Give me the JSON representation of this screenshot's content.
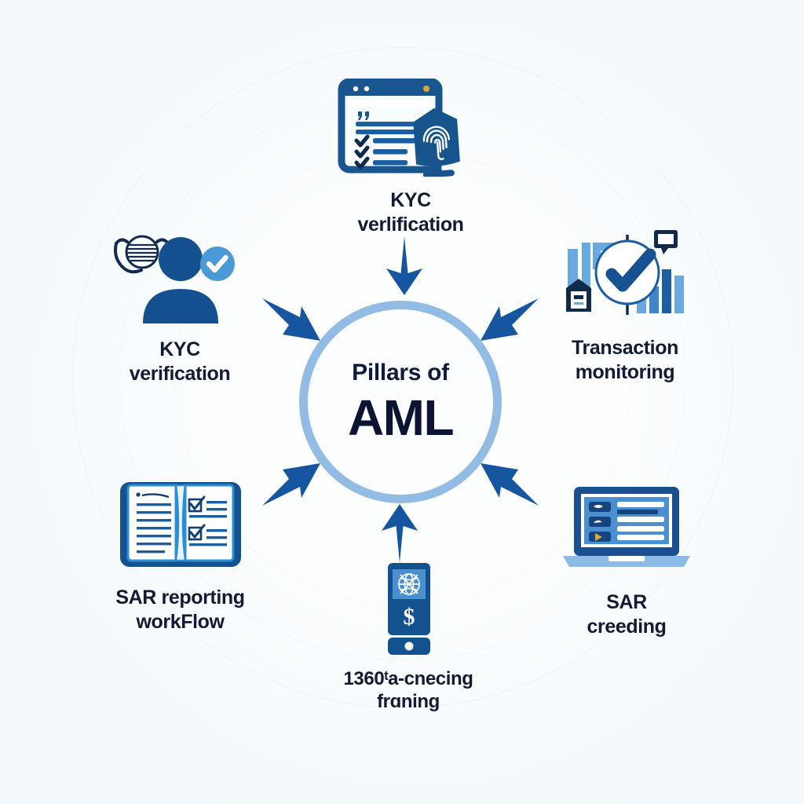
{
  "title": "Pillars of AML",
  "center": {
    "line1": "Pillars of",
    "line2": "AML"
  },
  "colors": {
    "background": "#f5fafc",
    "ring": "#93bce5",
    "arrow": "#16559f",
    "dark_blue": "#14508f",
    "mid_blue": "#4a9ad8",
    "light_blue": "#6aa8e0",
    "text": "#131a33",
    "center_text": "#0d1333"
  },
  "nodes": [
    {
      "id": "top",
      "label": "KYC verlification",
      "icon": "browser-window-fingerprint-icon",
      "position": "top"
    },
    {
      "id": "left",
      "label": "KYC\nverification",
      "icon": "person-verified-icon",
      "position": "left"
    },
    {
      "id": "right",
      "label": "Transaction\nmonitoring",
      "icon": "bar-chart-magnifier-check-icon",
      "position": "right"
    },
    {
      "id": "bottom-left",
      "label": "SAR reporting\nworkFlow",
      "icon": "open-book-checklist-icon",
      "position": "bottom-left"
    },
    {
      "id": "bottom-right",
      "label": "SAR\ncreeding",
      "icon": "laptop-list-icon",
      "position": "bottom-right"
    },
    {
      "id": "bottom",
      "label": "1360ᵗa-cnecing\nfrɑning",
      "icon": "mobile-globe-dollar-icon",
      "position": "bottom"
    }
  ],
  "arrows": [
    {
      "id": "arrow-top",
      "direction": "down",
      "points_to": "center"
    },
    {
      "id": "arrow-upper-left",
      "direction": "down-right",
      "points_to": "center"
    },
    {
      "id": "arrow-upper-right",
      "direction": "down-left",
      "points_to": "center"
    },
    {
      "id": "arrow-lower-left",
      "direction": "up-right",
      "points_to": "center"
    },
    {
      "id": "arrow-lower-right",
      "direction": "up-left",
      "points_to": "center"
    },
    {
      "id": "arrow-bottom",
      "direction": "up",
      "points_to": "center"
    }
  ]
}
